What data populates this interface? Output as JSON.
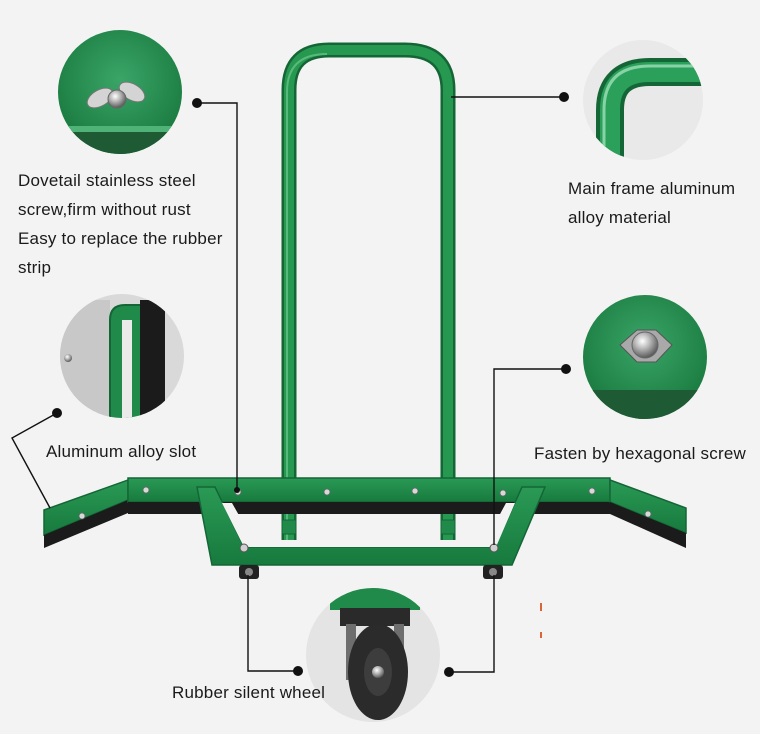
{
  "labels": {
    "screw": [
      "Dovetail stainless steel",
      "screw,firm without rust",
      "Easy to replace the rubber",
      "strip"
    ],
    "frame": [
      "Main frame aluminum",
      "alloy material"
    ],
    "slot": "Aluminum alloy slot",
    "hex": "Fasten by hexagonal screw",
    "wheel": "Rubber silent wheel"
  },
  "colors": {
    "background": "#f3f3f3",
    "frame_green": "#1f8a4a",
    "frame_dark": "#146636",
    "rubber": "#1b1b1b",
    "leader_line": "#111111",
    "label_text": "#1a1a1a"
  },
  "callouts": [
    {
      "name": "dovetail-screw-closeup",
      "depicts": "wing-nut-icon"
    },
    {
      "name": "frame-tube-closeup",
      "depicts": "tube-bend-icon"
    },
    {
      "name": "aluminum-slot-closeup",
      "depicts": "slot-profile-icon"
    },
    {
      "name": "hex-screw-closeup",
      "depicts": "cap-nut-icon"
    },
    {
      "name": "wheel-closeup",
      "depicts": "caster-wheel-icon"
    }
  ]
}
